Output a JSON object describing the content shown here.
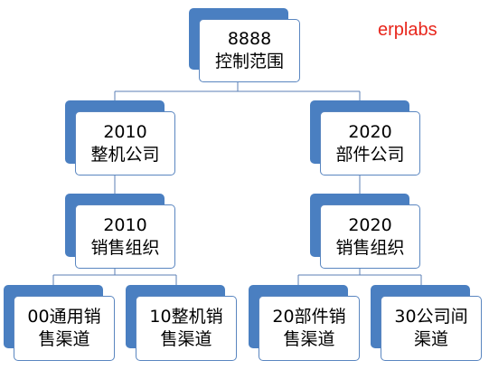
{
  "brand": "erplabs",
  "nodes": {
    "root": {
      "line1": "8888",
      "line2": "控制范围"
    },
    "company_a": {
      "line1": "2010",
      "line2": "整机公司"
    },
    "company_b": {
      "line1": "2020",
      "line2": "部件公司"
    },
    "sales_org_a": {
      "line1": "2010",
      "line2": "销售组织"
    },
    "sales_org_b": {
      "line1": "2020",
      "line2": "销售组织"
    },
    "channel_00": {
      "line1": "00通用销",
      "line2": "售渠道"
    },
    "channel_10": {
      "line1": "10整机销",
      "line2": "售渠道"
    },
    "channel_20": {
      "line1": "20部件销",
      "line2": "售渠道"
    },
    "channel_30": {
      "line1": "30公司间",
      "line2": "渠道"
    }
  },
  "colors": {
    "shadow": "#4a7fc1",
    "border": "#5a86c0",
    "connector": "#5b7fb5",
    "brand": "#e8261c"
  }
}
